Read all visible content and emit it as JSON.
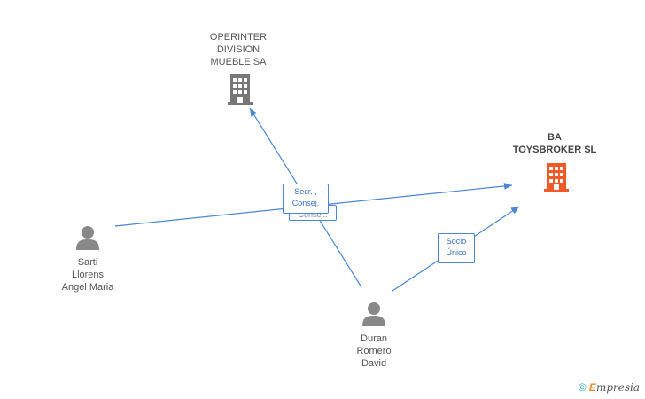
{
  "nodes": {
    "operinter": {
      "label": "OPERINTER\nDIVISION\nMUEBLE SA",
      "type": "company",
      "color": "#777777"
    },
    "toysbroker": {
      "label": "BA\nTOYSBROKER SL",
      "type": "company",
      "color": "#f05a28"
    },
    "sarti": {
      "label": "Sarti\nLlorens\nAngel Maria",
      "type": "person",
      "color": "#888888"
    },
    "duran": {
      "label": "Duran\nRomero\nDavid",
      "type": "person",
      "color": "#888888"
    }
  },
  "edges": {
    "sarti_roles": {
      "label_front": "Secr. ,\nConsej.",
      "label_back": "Consej.."
    },
    "duran_socio": {
      "label": "Socio\nÚnico"
    }
  },
  "colors": {
    "edge": "#4a86d4",
    "accent": "#f05a28"
  },
  "footer": {
    "copyright_symbol": "©",
    "brand_initial": "E",
    "brand_rest": "mpresia"
  }
}
